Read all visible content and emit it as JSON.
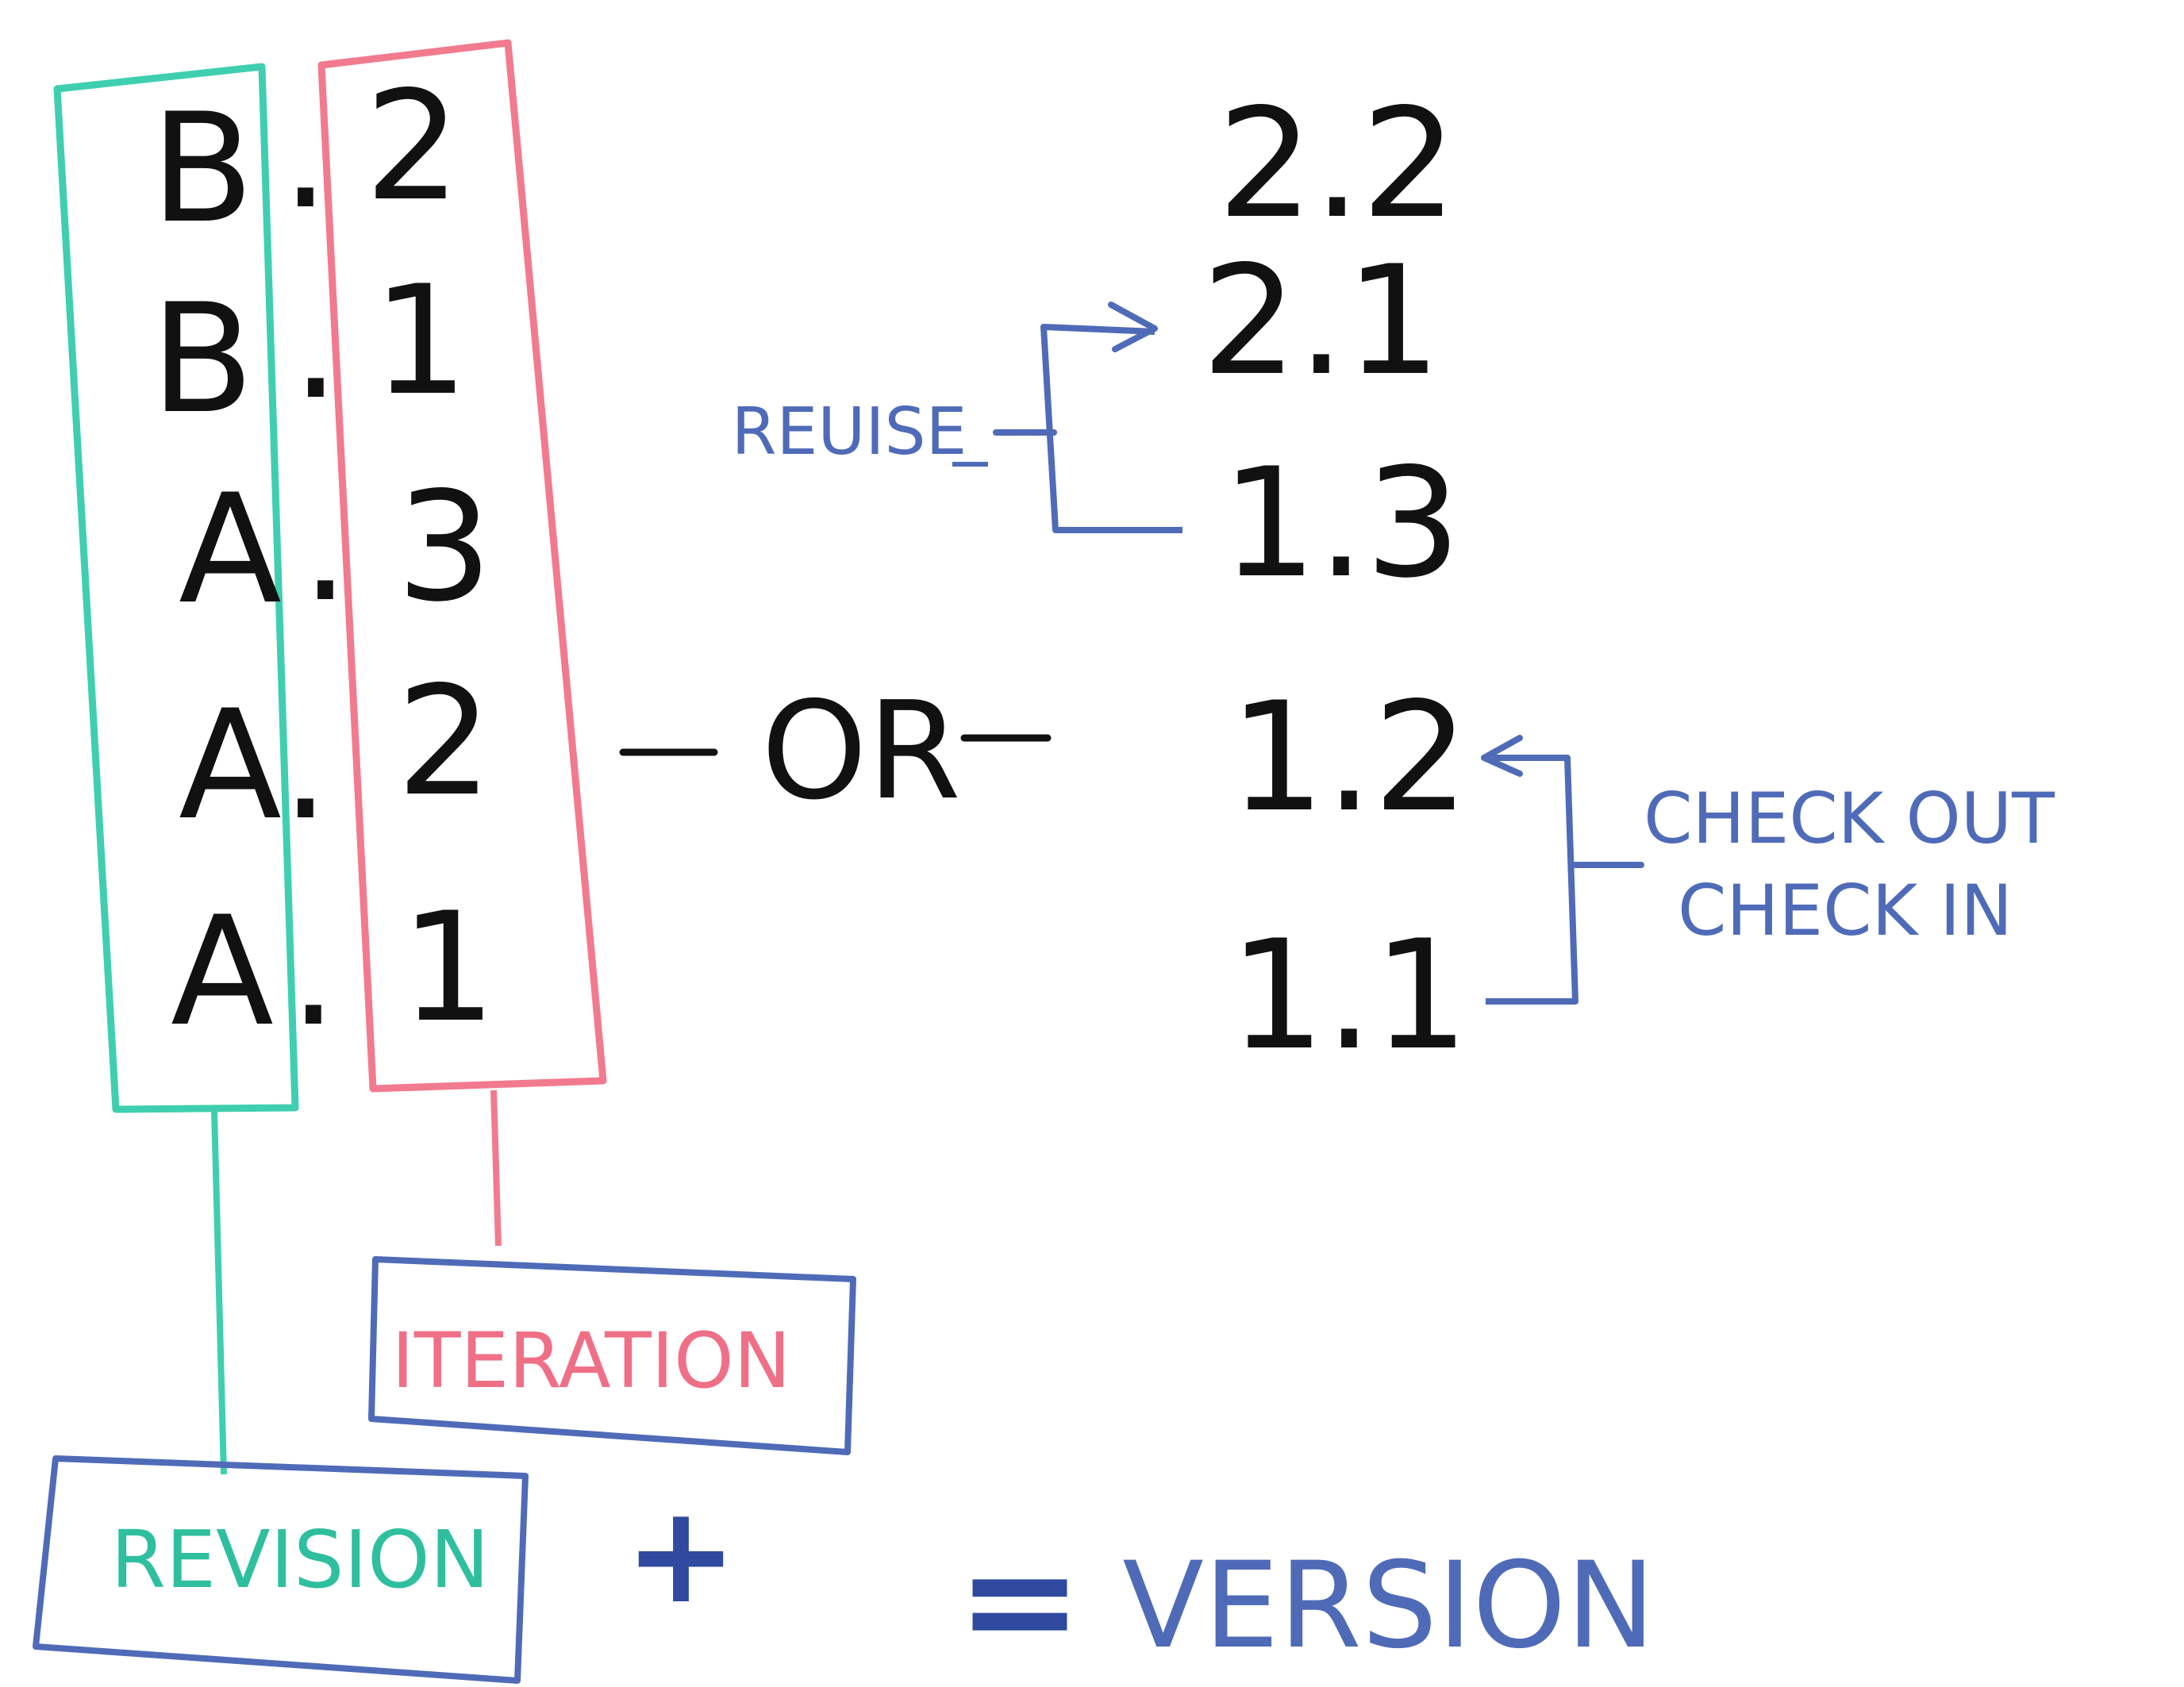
{
  "colors": {
    "teal": "#3fcfb0",
    "pink": "#f27a8e",
    "blue": "#4f6bb8",
    "navy": "#2f4a9e",
    "ink": "#111111"
  },
  "left_column": {
    "rows": [
      {
        "revision": "B",
        "iteration": "2"
      },
      {
        "revision": "B",
        "iteration": "1"
      },
      {
        "revision": "A",
        "iteration": "3"
      },
      {
        "revision": "A",
        "iteration": "2"
      },
      {
        "revision": "A",
        "iteration": "1"
      }
    ],
    "separator": "."
  },
  "or_label": "OR",
  "right_column": {
    "versions": [
      "2.2",
      "2.1",
      "1.3",
      "1.2",
      "1.1"
    ]
  },
  "annotations": {
    "reuse": "REUISE",
    "check_out": "CHECK OUT",
    "check_in": "CHECK IN"
  },
  "boxes": {
    "iteration": "ITERATION",
    "revision": "REVISION"
  },
  "equation": {
    "plus": "+",
    "equals": "=",
    "result": "VERSION"
  }
}
